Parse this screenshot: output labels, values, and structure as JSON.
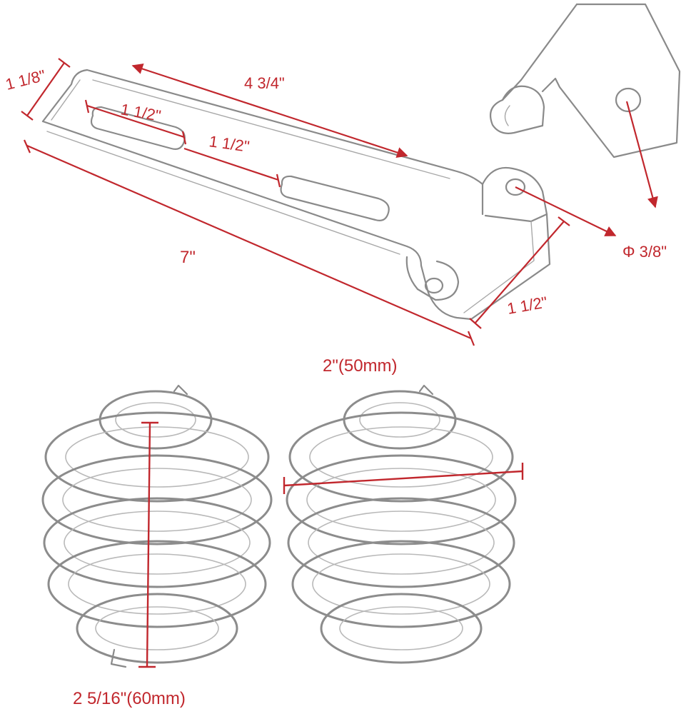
{
  "colors": {
    "dimension": "#c1272d",
    "sketch": "#8a8a8a",
    "background": "#ffffff"
  },
  "bracket_dimensions": {
    "width": "1 1/8\"",
    "slot_span": "4 3/4\"",
    "slot_length": "1 1/2\"",
    "slot_gap": "1 1/2\"",
    "total_length": "7\"",
    "hole_diameter": "Φ 3/8\"",
    "end_height": "1 1/2\""
  },
  "spring_dimensions": {
    "diameter": "2\"(50mm)",
    "height": "2 5/16\"(60mm)"
  }
}
